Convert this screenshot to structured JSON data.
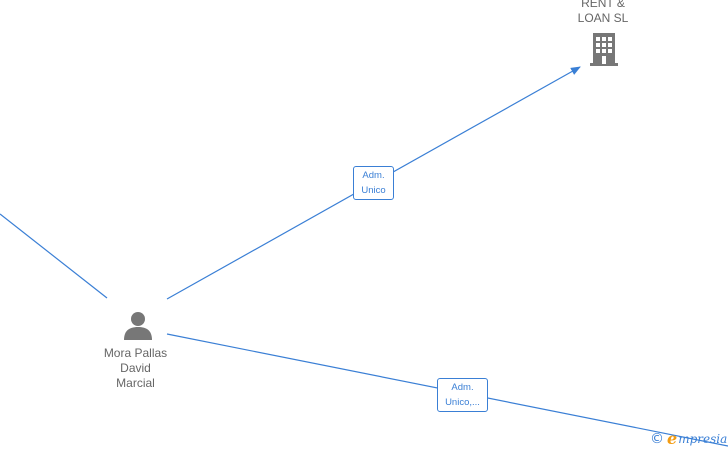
{
  "nodes": {
    "company": {
      "name": "RENT &\nLOAN SL",
      "icon": "building-icon"
    },
    "person": {
      "name": "Mora Pallas\nDavid\nMarcial",
      "icon": "person-icon"
    }
  },
  "edges": [
    {
      "from": "person",
      "to": "company",
      "label": "Adm.\nUnico"
    },
    {
      "from": "person",
      "to": "offscreen-right",
      "label": "Adm.\nUnico,..."
    },
    {
      "from": "offscreen-left",
      "to": "person",
      "label": ""
    }
  ],
  "watermark": {
    "copyright": "©",
    "brand_initial": "e",
    "brand_rest": "mpresia"
  },
  "colors": {
    "edge": "#3a7fd5",
    "icon": "#777777",
    "label_text": "#666666",
    "brand_accent": "#f39c12"
  }
}
